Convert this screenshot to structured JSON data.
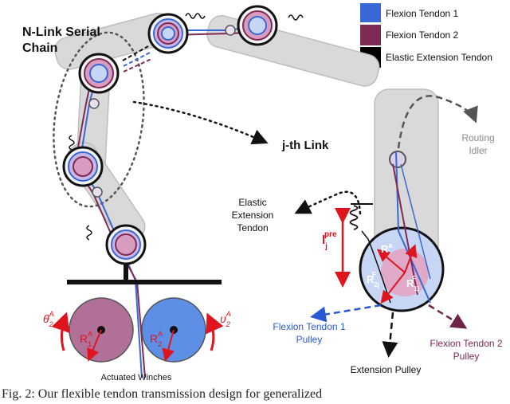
{
  "legend": [
    {
      "label": "Flexion Tendon 1",
      "color": "#3a67d6"
    },
    {
      "label": "Flexion Tendon 2",
      "color": "#7e2a55"
    },
    {
      "label": "Elastic Extension Tendon",
      "color": "#000000"
    }
  ],
  "labels": {
    "chain_title_1": "N-Link Serial",
    "chain_title_2": "Chain",
    "jth_link": "j-th Link",
    "routing_idler_1": "Routing",
    "routing_idler_2": "Idler",
    "elastic_1": "Elastic",
    "elastic_2": "Extension",
    "elastic_3": "Tendon",
    "actuated_winches": "Actuated Winches",
    "flexion1_pulley_1": "Flexion Tendon 1",
    "flexion1_pulley_2": "Pulley",
    "flexion2_pulley_1": "Flexion Tendon 2",
    "flexion2_pulley_2": "Pulley",
    "extension_pulley": "Extension Pulley"
  },
  "math": {
    "theta_base": "θ",
    "theta_sub": "2",
    "theta_sup": "A",
    "v_base": "υ",
    "v_sub": "2",
    "v_sup": "A",
    "r1a_base": "R",
    "r1a_sub": "1",
    "r1a_sup": "A",
    "r2a_base": "R",
    "r2a_sub": "2",
    "r2a_sup": "A",
    "lpre_base": "l",
    "lpre_sub": "j",
    "lpre_sup": "pre",
    "ra_base": "R",
    "ra_sup": "a",
    "rf2_base": "R",
    "rf2_sub": "2j",
    "rf2_sup": "F",
    "rf1_base": "R",
    "rf1_sub": "1j",
    "rf1_sup": "F"
  },
  "caption": "Fig. 2:  Our flexible tendon transmission design for generalized"
}
